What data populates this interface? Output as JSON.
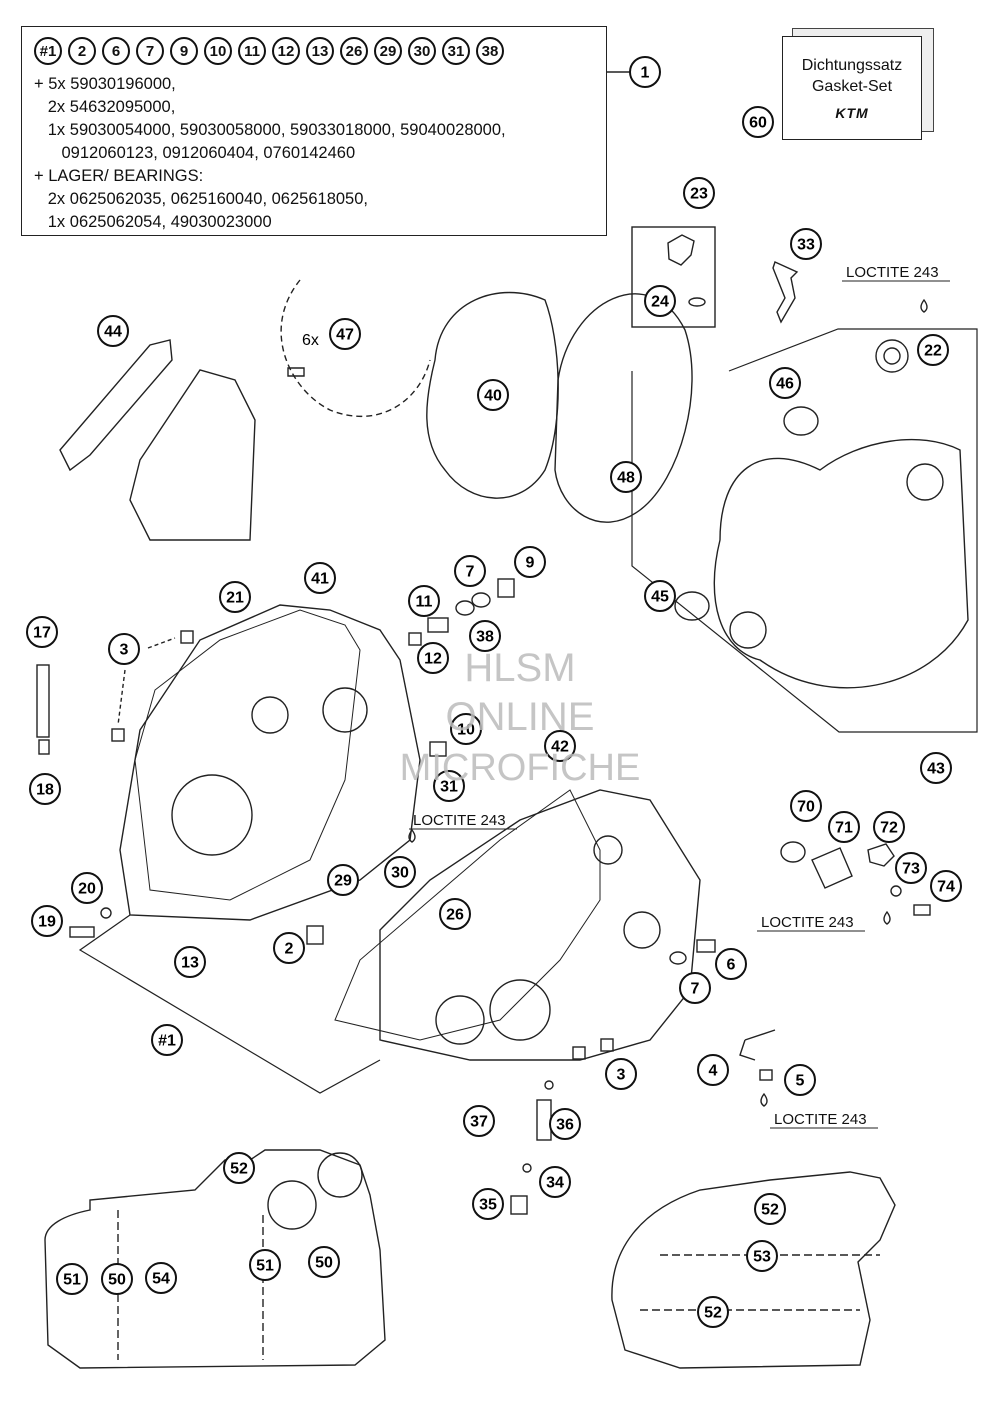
{
  "parts_box": {
    "kit_refs": [
      "#1",
      "2",
      "6",
      "7",
      "9",
      "10",
      "11",
      "12",
      "13",
      "26",
      "29",
      "30",
      "31",
      "38"
    ],
    "lines": [
      "+ 5x 59030196000,",
      "   2x 54632095000,",
      "   1x 59030054000, 59030058000, 59033018000, 59040028000,",
      "      0912060123, 0912060404, 0760142460",
      "+ LAGER/ BEARINGS:",
      "   2x 0625062035, 0625160040, 0625618050,",
      "   1x 0625062054, 49030023000"
    ],
    "callout": "1"
  },
  "gasket_set": {
    "line1": "Dichtungssatz",
    "line2": "Gasket-Set",
    "brand": "KTM",
    "callout": "60"
  },
  "watermark": {
    "line1": "HLSM",
    "line2": "ONLINE",
    "line3": "MICROFICHE"
  },
  "loctite_label": "LOCTITE 243",
  "bolt_qty_47": "6x",
  "callouts": [
    {
      "id": "c23",
      "label": "23"
    },
    {
      "id": "c24",
      "label": "24"
    },
    {
      "id": "c33",
      "label": "33"
    },
    {
      "id": "c22",
      "label": "22"
    },
    {
      "id": "c44",
      "label": "44"
    },
    {
      "id": "c47",
      "label": "47"
    },
    {
      "id": "c40",
      "label": "40"
    },
    {
      "id": "c48",
      "label": "48"
    },
    {
      "id": "c46",
      "label": "46"
    },
    {
      "id": "c45",
      "label": "45"
    },
    {
      "id": "c43",
      "label": "43"
    },
    {
      "id": "c21",
      "label": "21"
    },
    {
      "id": "c41",
      "label": "41"
    },
    {
      "id": "c7a",
      "label": "7"
    },
    {
      "id": "c9",
      "label": "9"
    },
    {
      "id": "c11",
      "label": "11"
    },
    {
      "id": "c38",
      "label": "38"
    },
    {
      "id": "c12",
      "label": "12"
    },
    {
      "id": "c17",
      "label": "17"
    },
    {
      "id": "c3a",
      "label": "3"
    },
    {
      "id": "c10",
      "label": "10"
    },
    {
      "id": "c42",
      "label": "42"
    },
    {
      "id": "c31",
      "label": "31"
    },
    {
      "id": "c18",
      "label": "18"
    },
    {
      "id": "c70",
      "label": "70"
    },
    {
      "id": "c71",
      "label": "71"
    },
    {
      "id": "c72",
      "label": "72"
    },
    {
      "id": "c73",
      "label": "73"
    },
    {
      "id": "c74",
      "label": "74"
    },
    {
      "id": "c29",
      "label": "29"
    },
    {
      "id": "c30",
      "label": "30"
    },
    {
      "id": "c20",
      "label": "20"
    },
    {
      "id": "c19",
      "label": "19"
    },
    {
      "id": "c26",
      "label": "26"
    },
    {
      "id": "c2",
      "label": "2"
    },
    {
      "id": "c13",
      "label": "13"
    },
    {
      "id": "c6",
      "label": "6"
    },
    {
      "id": "c7b",
      "label": "7"
    },
    {
      "id": "c1k",
      "label": "#1"
    },
    {
      "id": "c4",
      "label": "4"
    },
    {
      "id": "c5",
      "label": "5"
    },
    {
      "id": "c3b",
      "label": "3"
    },
    {
      "id": "c37",
      "label": "37"
    },
    {
      "id": "c36",
      "label": "36"
    },
    {
      "id": "c34",
      "label": "34"
    },
    {
      "id": "c35",
      "label": "35"
    },
    {
      "id": "c52a",
      "label": "52"
    },
    {
      "id": "c51a",
      "label": "51"
    },
    {
      "id": "c50a",
      "label": "50"
    },
    {
      "id": "c54",
      "label": "54"
    },
    {
      "id": "c51b",
      "label": "51"
    },
    {
      "id": "c50b",
      "label": "50"
    },
    {
      "id": "c52b",
      "label": "52"
    },
    {
      "id": "c53",
      "label": "53"
    },
    {
      "id": "c52c",
      "label": "52"
    }
  ]
}
